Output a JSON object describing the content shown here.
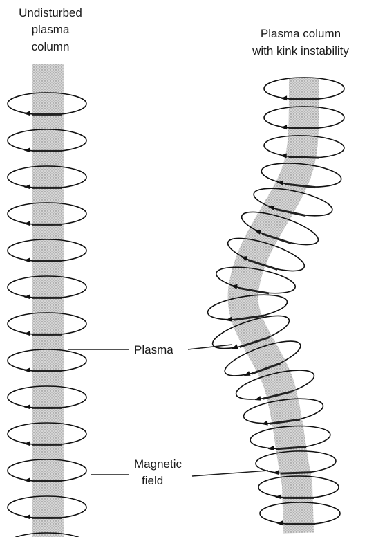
{
  "labels": {
    "left_title_line1": "Undisturbed",
    "left_title_line2": "plasma",
    "left_title_line3": "column",
    "right_title_line1": "Plasma column",
    "right_title_line2": "with kink instability",
    "plasma": "Plasma",
    "magnetic_line1": "Magnetic",
    "magnetic_line2": "field"
  },
  "colors": {
    "ink": "#111111",
    "plasma_fill": "#c9c9c9"
  }
}
